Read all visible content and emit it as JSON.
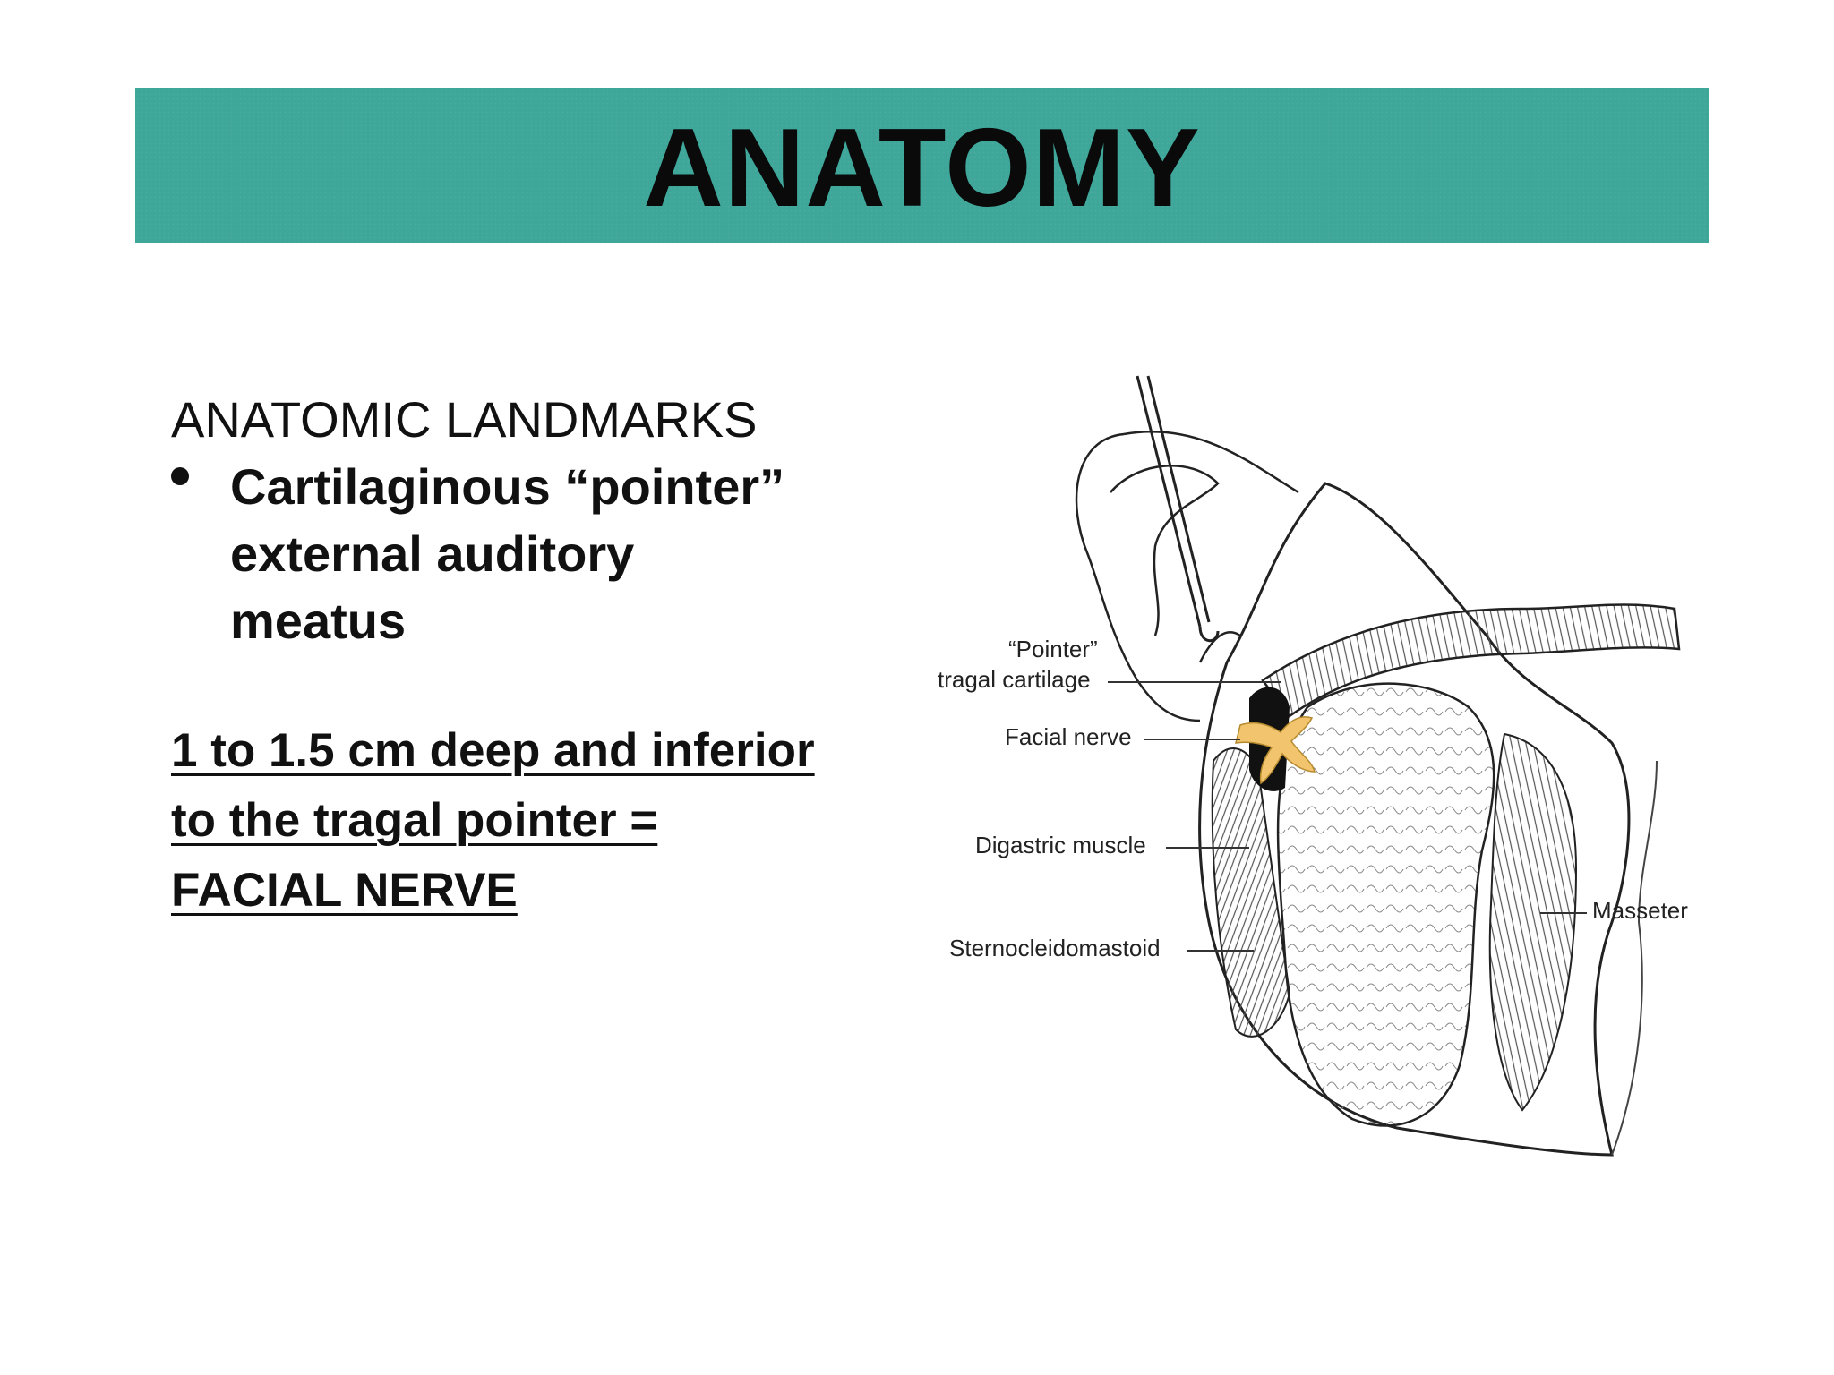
{
  "slide": {
    "title": "ANATOMY",
    "heading": "ANATOMIC LANDMARKS",
    "bullet": "Cartilaginous “pointer”\nexternal auditory\nmeatus",
    "note_lines": [
      "1 to 1.5 cm deep and inferior",
      "to the tragal pointer =",
      "FACIAL NERVE"
    ]
  },
  "figure": {
    "labels": {
      "pointer_line1": "“Pointer”",
      "pointer_line2": "tragal cartilage",
      "facial_nerve": "Facial nerve",
      "digastric": "Digastric muscle",
      "scm": "Sternocleidomastoid",
      "masseter": "Masseter"
    }
  },
  "colors": {
    "banner": "#3fa69a",
    "nerve": "#f2c46d"
  }
}
